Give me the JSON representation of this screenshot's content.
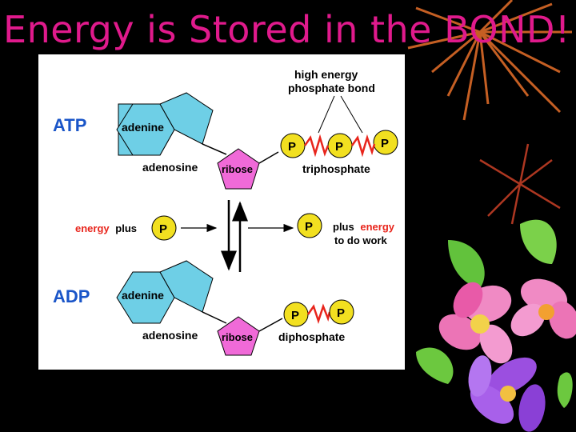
{
  "slide": {
    "title": "Energy is Stored in the BOND!"
  },
  "diagram": {
    "atp_label": "ATP",
    "adp_label": "ADP",
    "adenine": "adenine",
    "adenosine": "adenosine",
    "ribose": "ribose",
    "phosphate": "P",
    "bond_label_line1": "high energy",
    "bond_label_line2": "phosphate bond",
    "triphosphate": "triphosphate",
    "diphosphate": "diphosphate",
    "left_energy": "energy",
    "left_plus": "plus",
    "right_plus": "plus",
    "right_energy": "energy",
    "right_line2": "to do work"
  },
  "colors": {
    "title": "#e01a8c",
    "panel": "#ffffff",
    "adenine_fill": "#6ecfe6",
    "ribose_fill": "#f06ad8",
    "phosphate_fill": "#f2e020",
    "bond_zigzag": "#e8251c",
    "label_blue": "#1a55c8",
    "label_red": "#e8251c"
  }
}
